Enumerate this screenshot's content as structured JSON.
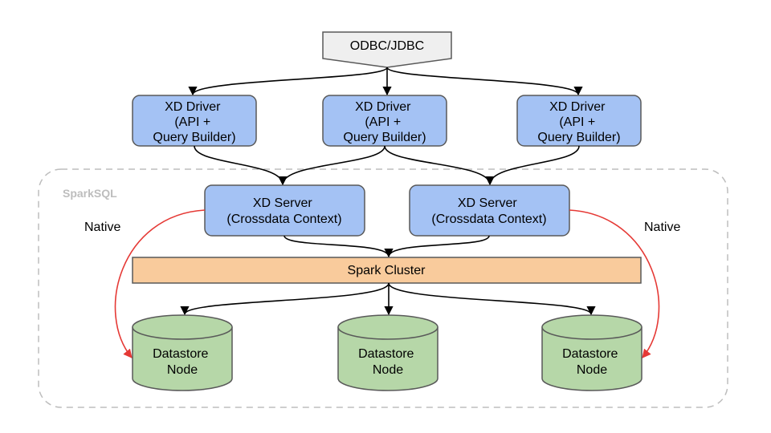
{
  "region": {
    "label": "SparkSQL"
  },
  "entry": {
    "label": "ODBC/JDBC"
  },
  "drivers": [
    {
      "lines": [
        "XD Driver",
        "(API +",
        "Query Builder)"
      ]
    },
    {
      "lines": [
        "XD Driver",
        "(API +",
        "Query Builder)"
      ]
    },
    {
      "lines": [
        "XD Driver",
        "(API +",
        "Query Builder)"
      ]
    }
  ],
  "servers": [
    {
      "lines": [
        "XD Server",
        "(Crossdata Context)"
      ]
    },
    {
      "lines": [
        "XD Server",
        "(Crossdata Context)"
      ]
    }
  ],
  "cluster": {
    "label": "Spark Cluster"
  },
  "datastores": [
    {
      "lines": [
        "Datastore",
        "Node"
      ]
    },
    {
      "lines": [
        "Datastore",
        "Node"
      ]
    },
    {
      "lines": [
        "Datastore",
        "Node"
      ]
    }
  ],
  "native_labels": [
    "Native",
    "Native"
  ],
  "colors": {
    "driver_fill": "#a4c2f4",
    "server_fill": "#a4c2f4",
    "cluster_fill": "#f9cb9c",
    "datastore_fill": "#b6d7a8",
    "entry_fill": "#efefef",
    "native_arrow": "#e53935",
    "arrow": "#000000",
    "region_border": "#bdbdbd"
  }
}
